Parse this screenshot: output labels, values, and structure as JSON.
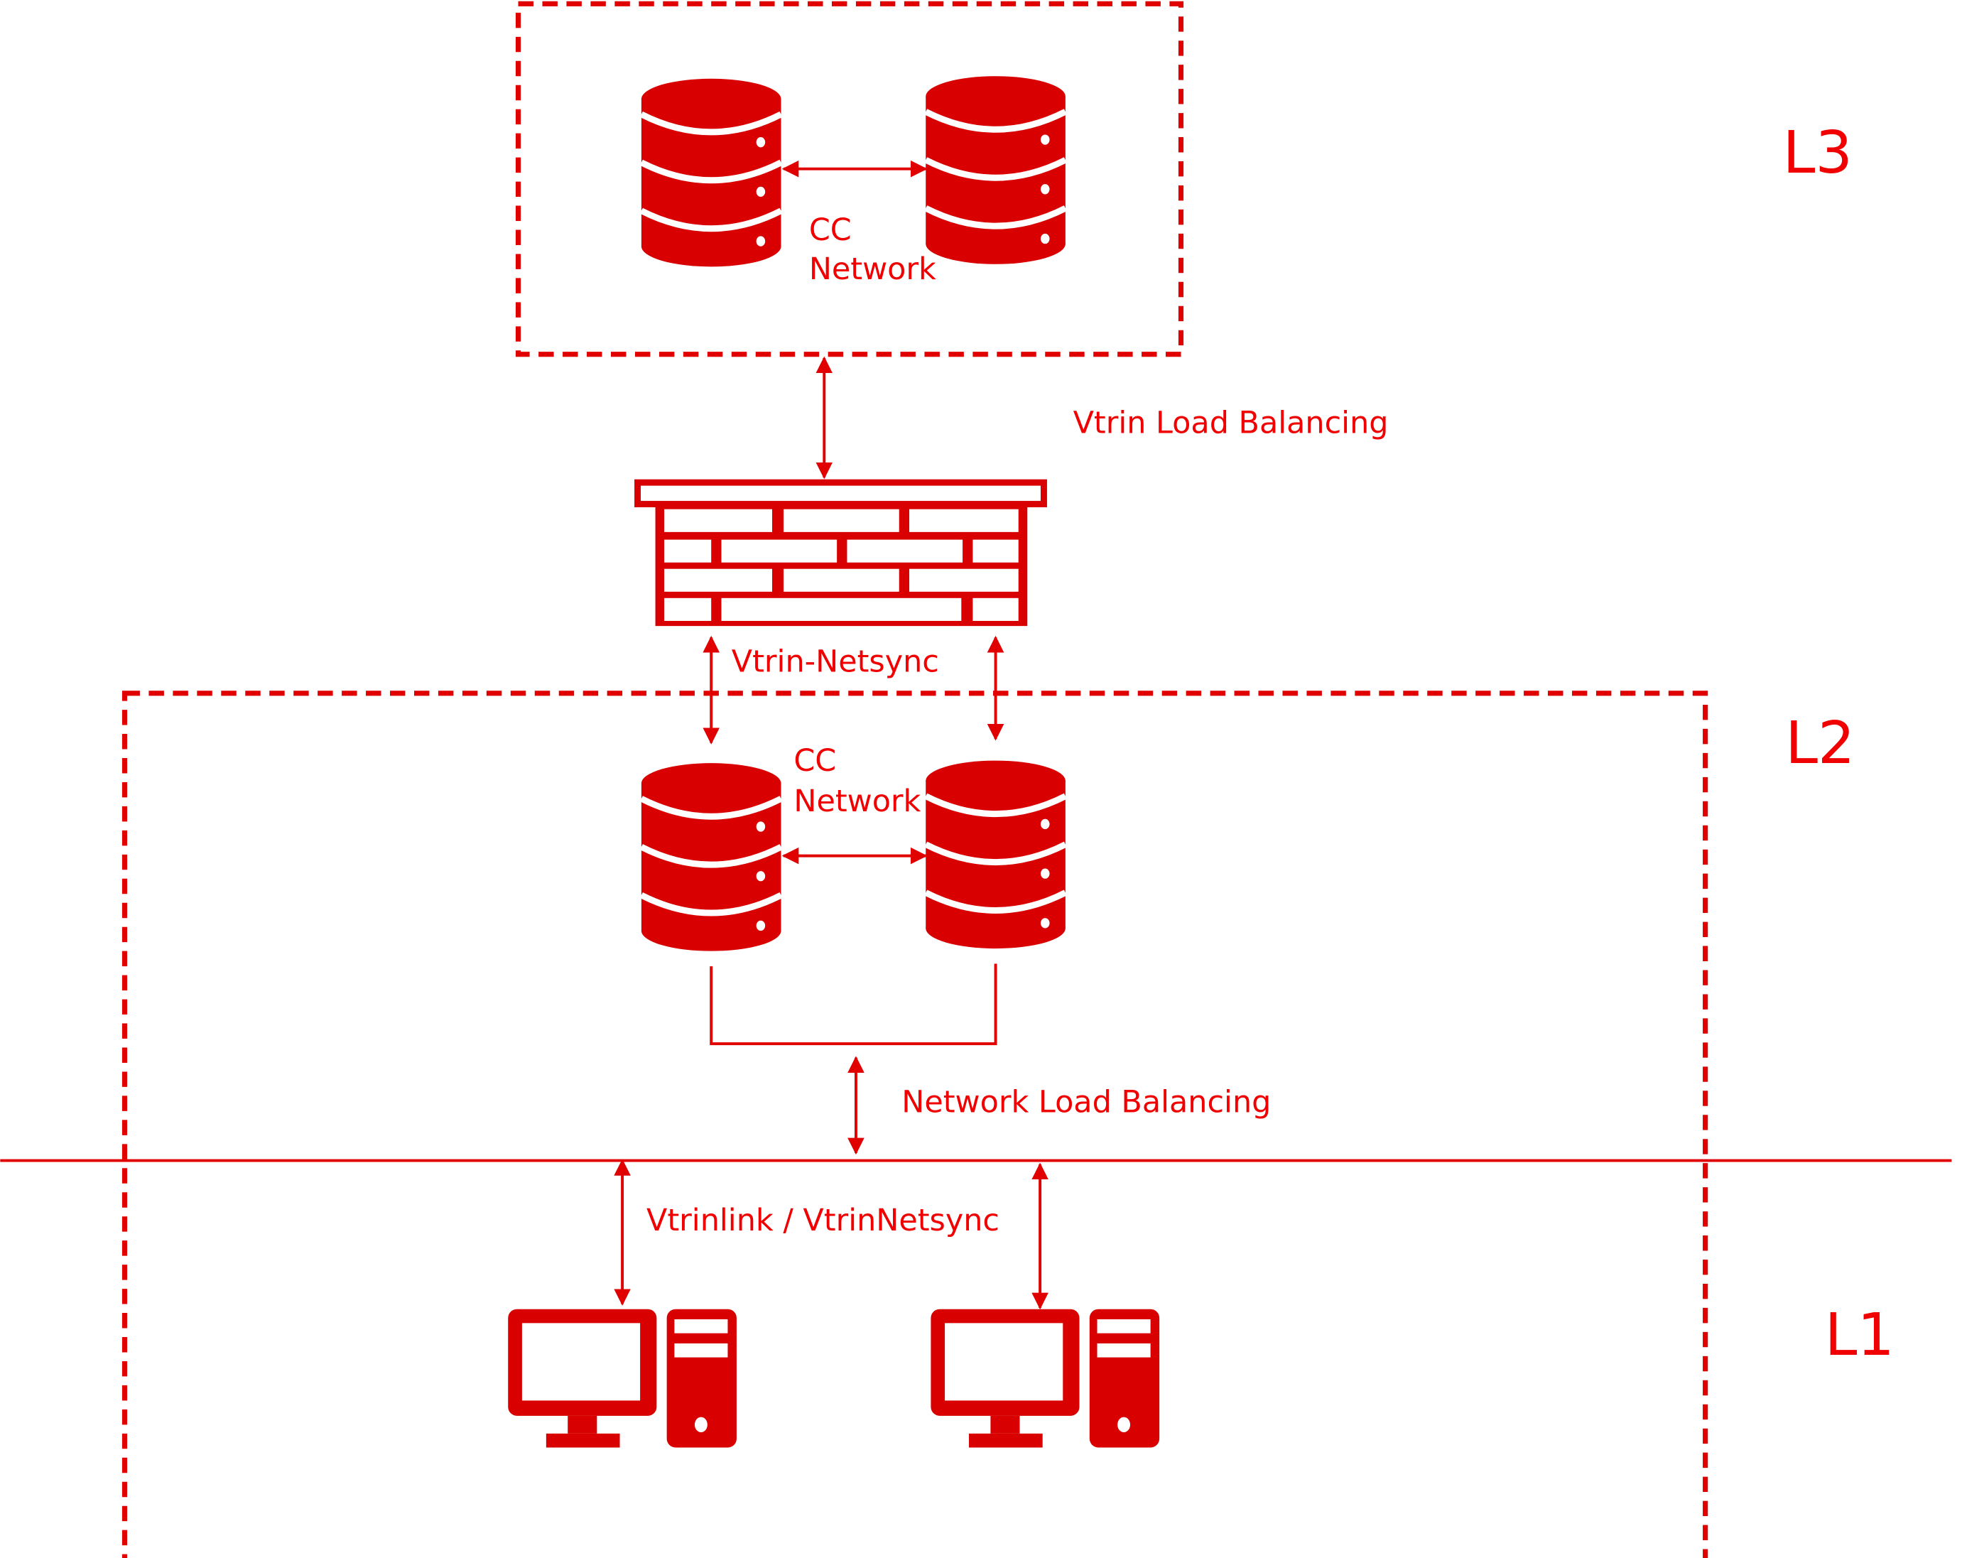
{
  "levels": {
    "l3": "L3",
    "l2": "L2",
    "l1": "L1"
  },
  "labels": {
    "cc_network_l3": [
      "CC",
      "Network"
    ],
    "cc_network_l2": [
      "CC",
      "Network"
    ],
    "vtrin_load_balancing": "Vtrin Load Balancing",
    "vtrin_netsync": "Vtrin-Netsync",
    "network_load_balancing": "Network Load Balancing",
    "vtrinlink": "Vtrinlink / VtrinNetsync"
  },
  "icons": [
    "database-icon",
    "firewall-icon",
    "desktop-computer-icon"
  ],
  "colors": {
    "accent": "#d80000",
    "text": "#f00000"
  }
}
